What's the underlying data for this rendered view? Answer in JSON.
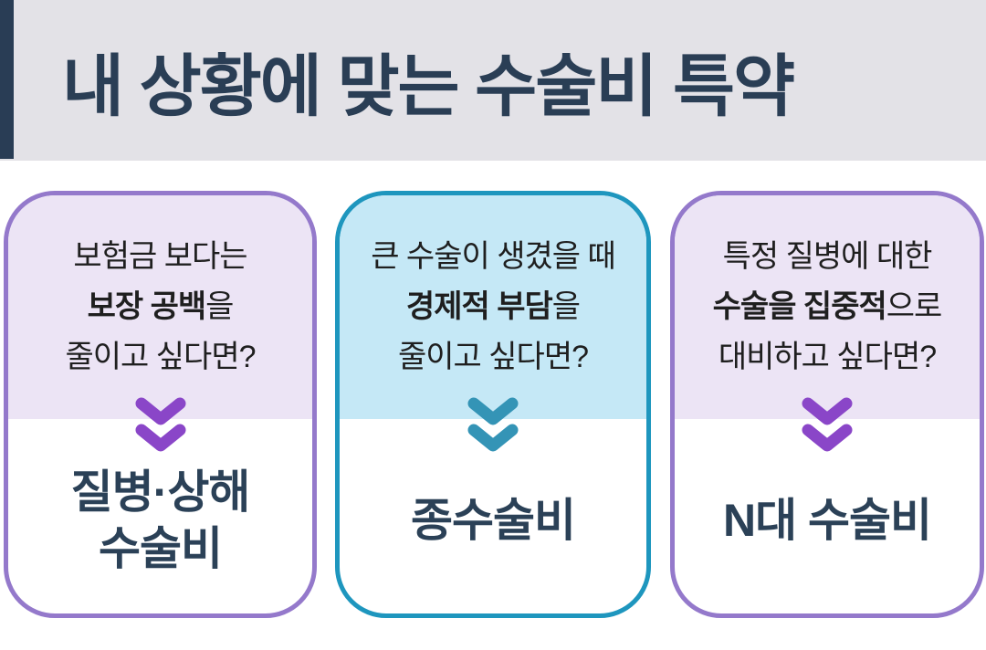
{
  "header": {
    "title": "내 상황에 맞는 수술비 특약"
  },
  "cards": [
    {
      "name": "disease-injury-surgery-card",
      "question": {
        "line1": "보험금 보다는",
        "line2_bold": "보장 공백",
        "line2_rest": "을",
        "line3": "줄이고 싶다면?"
      },
      "title_lines": [
        "질병·상해",
        "수술비"
      ],
      "accent_color": "#9479cb",
      "fill_color": "#ece4f5",
      "chevron_color": "#8a46c8",
      "chevron_icon": "double-chevron-down-icon"
    },
    {
      "name": "comprehensive-surgery-card",
      "question": {
        "line1": "큰 수술이 생겼을 때",
        "line2_bold": "경제적 부담",
        "line2_rest": "을",
        "line3": "줄이고 싶다면?"
      },
      "title_lines": [
        "종수술비"
      ],
      "accent_color": "#1e96be",
      "fill_color": "#c5e8f6",
      "chevron_color": "#3494b6",
      "chevron_icon": "double-chevron-down-icon"
    },
    {
      "name": "n-major-surgery-card",
      "question": {
        "line1": "특정 질병에 대한",
        "line2_bold": "수술을 집중적",
        "line2_rest": "으로",
        "line3": "대비하고 싶다면?"
      },
      "title_lines": [
        "N대 수술비"
      ],
      "accent_color": "#9479cb",
      "fill_color": "#ece4f5",
      "chevron_color": "#8a46c8",
      "chevron_icon": "double-chevron-down-icon"
    }
  ],
  "colors": {
    "page_bg": "#ffffff",
    "header_bg": "#e3e2e7",
    "header_accent_bar": "#293d55",
    "header_text": "#2a3e55",
    "question_text": "#1f1f1f",
    "title_text": "#2b4157"
  }
}
